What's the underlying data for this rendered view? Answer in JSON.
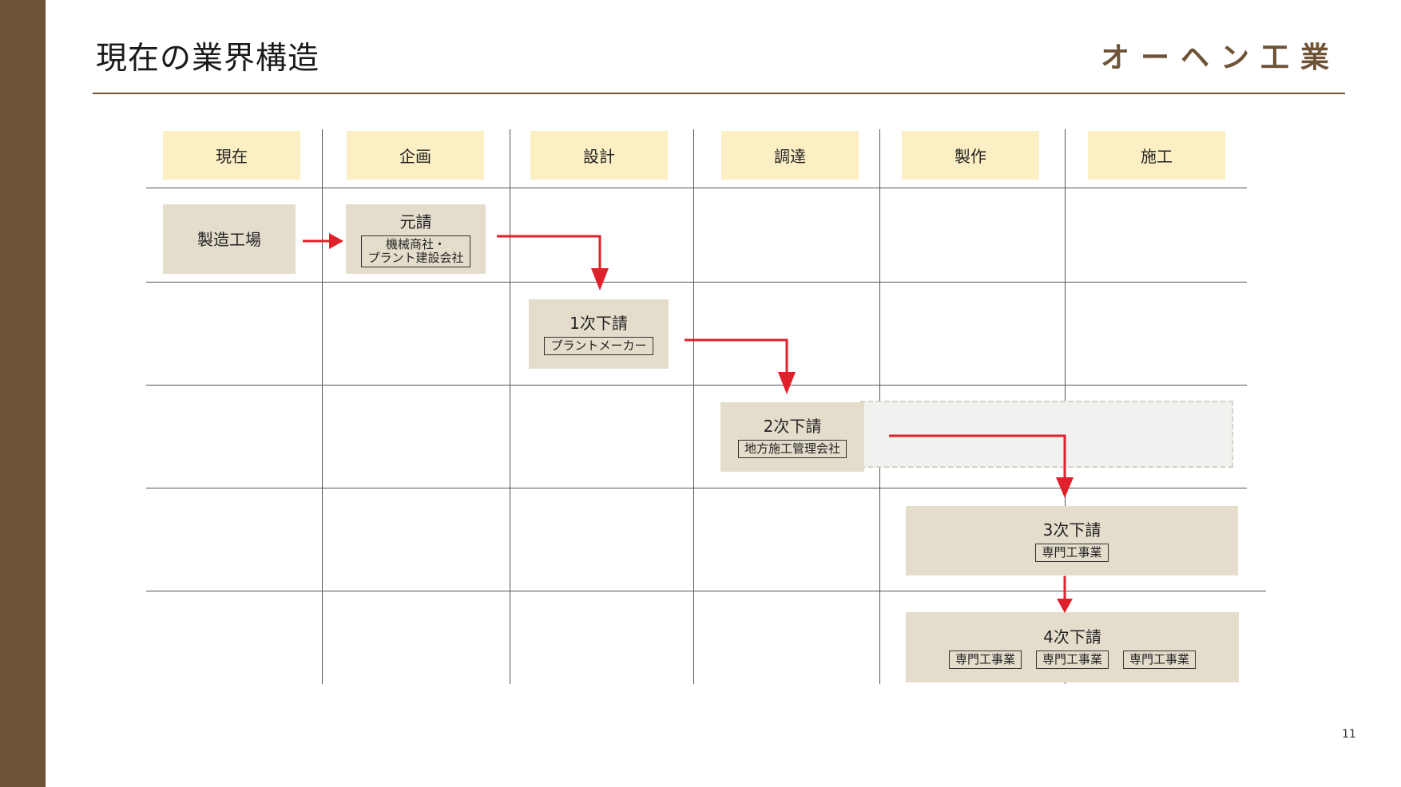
{
  "header": {
    "title": "現在の業界構造",
    "brand": "オーヘン工業"
  },
  "page_number": "11",
  "phases": [
    "現在",
    "企画",
    "設計",
    "調達",
    "製作",
    "施工"
  ],
  "tiers": {
    "origin": {
      "label": "製造工場"
    },
    "prime": {
      "label": "元請",
      "sub": "機械商社・\nプラント建設会社"
    },
    "tier1": {
      "label": "1次下請",
      "sub": "プラントメーカー"
    },
    "tier2": {
      "label": "2次下請",
      "sub": "地方施工管理会社"
    },
    "tier3": {
      "label": "3次下請",
      "sub": "専門工事業"
    },
    "tier4": {
      "label": "4次下請",
      "subs": [
        "専門工事業",
        "専門工事業",
        "専門工事業"
      ]
    }
  },
  "colors": {
    "brand": "#6e5337",
    "phase_header": "#fcefc4",
    "box": "#e4ddcc",
    "arrow": "#e0202a"
  }
}
